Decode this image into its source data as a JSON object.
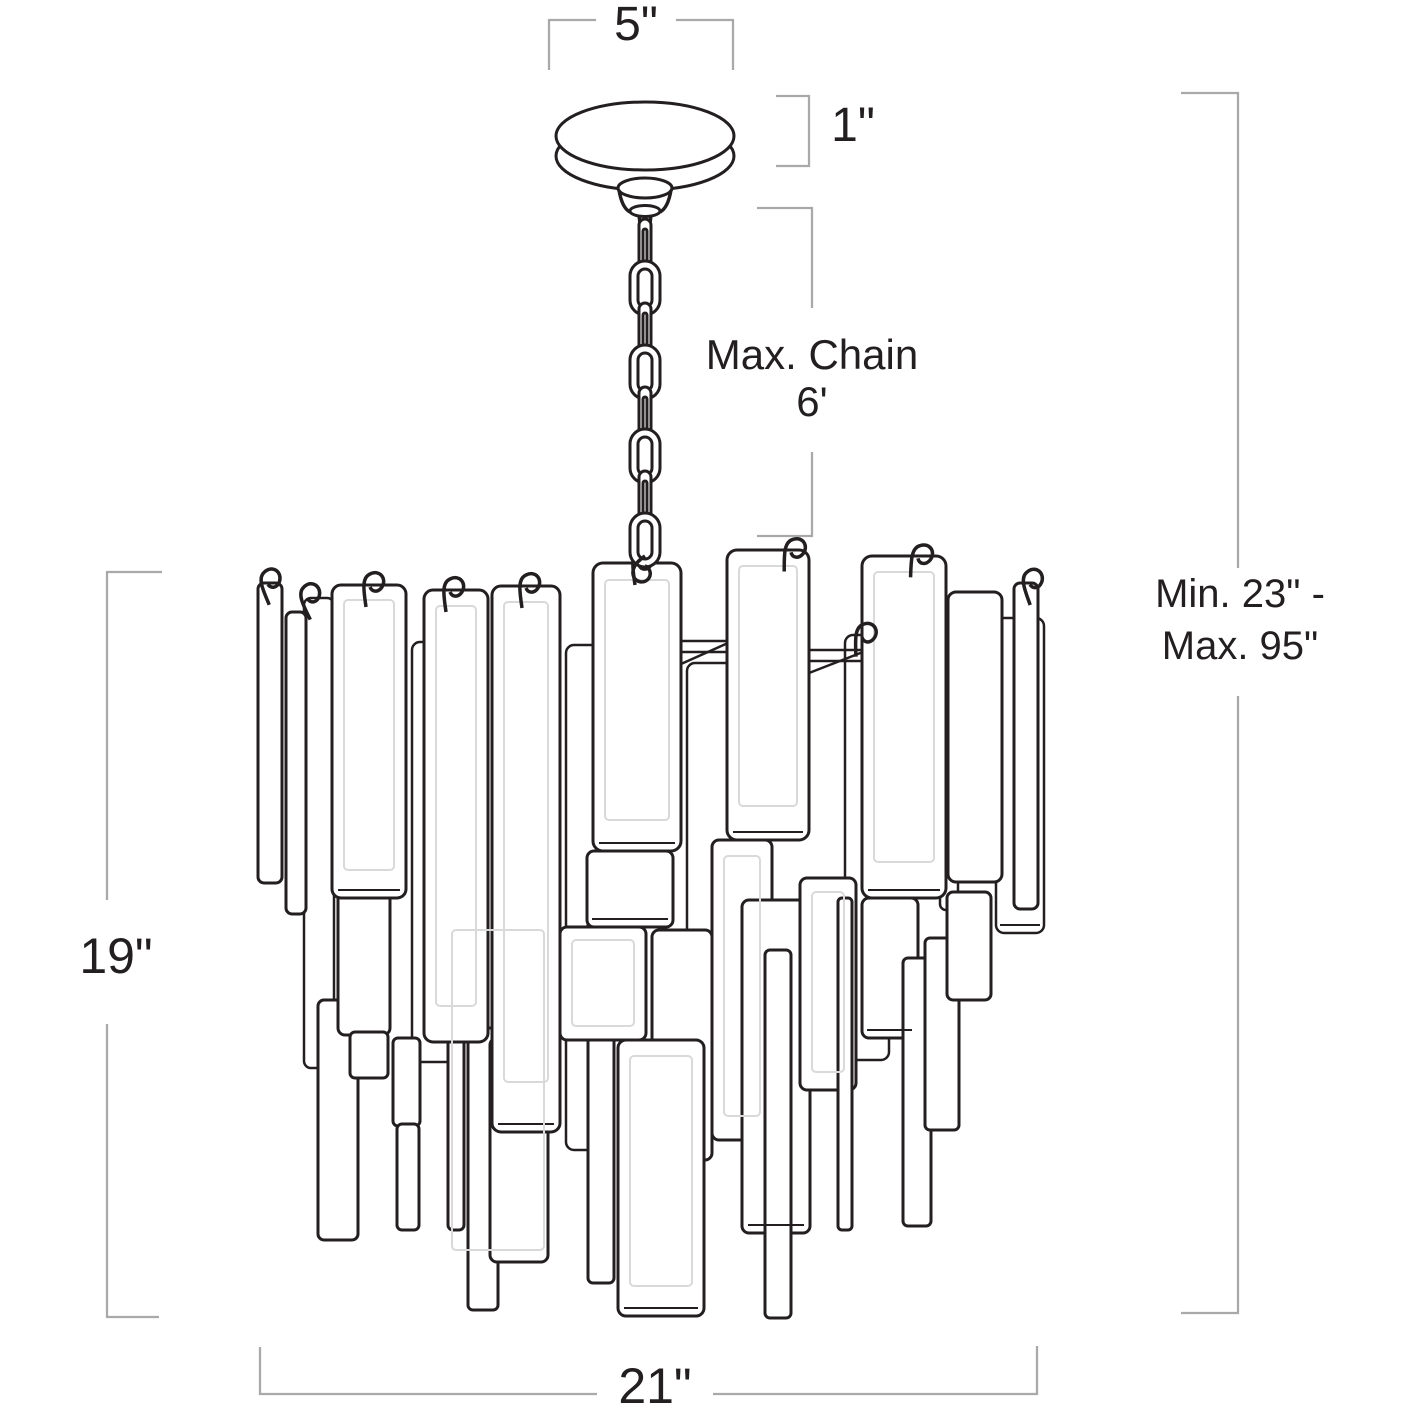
{
  "diagram": {
    "type": "product-dimension-diagram",
    "subject": "tiered glass panel chandelier",
    "background": "#ffffff",
    "colors": {
      "outline": "#231f20",
      "dimension": "#a9a9a9",
      "faint": "#d9d9d9",
      "text": "#231f20"
    },
    "labels": {
      "canopy_width": "5\"",
      "canopy_height": "1\"",
      "chain_line1": "Max. Chain",
      "chain_line2": "6'",
      "height_range_line1": "Min. 23\" -",
      "height_range_line2": "Max. 95\"",
      "body_height": "19\"",
      "body_width": "21\""
    }
  }
}
